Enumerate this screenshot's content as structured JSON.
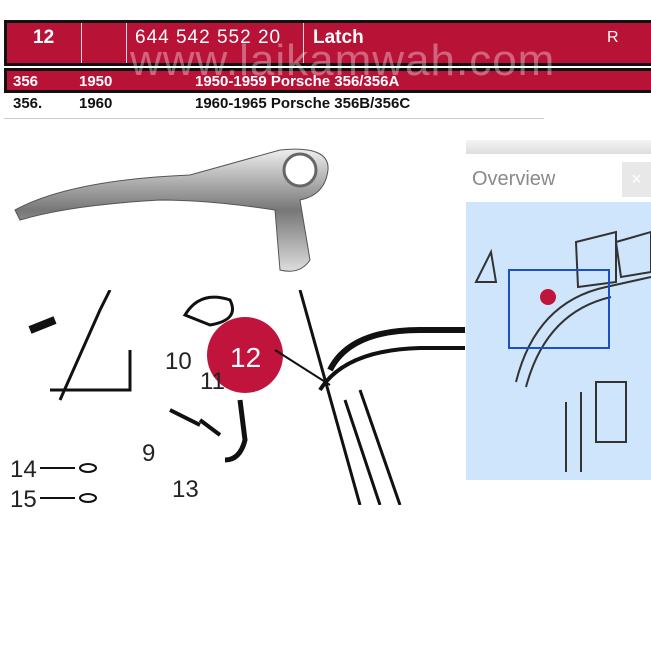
{
  "header": {
    "item": "12",
    "part_number": "644  542  552  20",
    "description": "Latch",
    "side": "R"
  },
  "watermark": "www.laikamwah.com",
  "rows": [
    {
      "model": "356",
      "year": "1950",
      "range": "1950-1959 Porsche 356/356A"
    },
    {
      "model": "356.",
      "year": "1960",
      "range": "1960-1965 Porsche 356B/356C"
    }
  ],
  "diagram": {
    "labels": [
      "10",
      "11",
      "12",
      "9",
      "14",
      "15",
      "13"
    ],
    "highlight_color": "#c0143c"
  },
  "overview": {
    "title": "Overview",
    "close": "×"
  },
  "colors": {
    "accent": "#b81237",
    "overview_bg": "#cfe5fb",
    "viewport": "#1d4fc4"
  }
}
